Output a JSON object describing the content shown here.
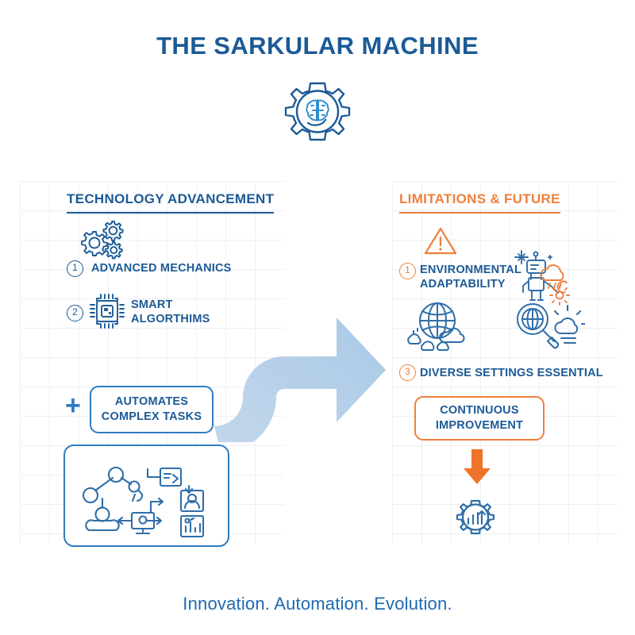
{
  "title": "THE SARKULAR MACHINE",
  "tagline": "Innovation. Automation. Evolution.",
  "colors": {
    "blue_dark": "#1c5a96",
    "blue_mid": "#2f7cc0",
    "blue_light": "#b3cde8",
    "orange": "#f07f3c",
    "grid": "#e9eef4",
    "background": "#ffffff"
  },
  "hero": {
    "icon": "gear-brain-icon"
  },
  "left_column": {
    "header": "TECHNOLOGY ADVANCEMENT",
    "header_icon": "gears-cluster-icon",
    "items": [
      {
        "number": "1",
        "label": "ADVANCED MECHANICS",
        "icon": null
      },
      {
        "number": "2",
        "label": "SMART\nALGORTHIMS",
        "icon": "cpu-chip-icon"
      }
    ],
    "plus": "+",
    "callout": "AUTOMATES\nCOMPLEX TASKS",
    "illustration_icon": "robot-arm-workflow-icon"
  },
  "right_column": {
    "header": "LIMITATIONS & FUTURE",
    "header_icon": "warning-triangle-icon",
    "items": [
      {
        "number": "1",
        "label": "ENVIRONMENTAL\nADAPTABILITY",
        "icon": "robot-weather-icon"
      },
      {
        "number": "3",
        "label": "DIVERSE SETTINGS ESSENTIAL",
        "icon": null
      }
    ],
    "mid_icons": [
      "globe-clouds-icon",
      "magnifier-globe-sun-icon"
    ],
    "callout": "CONTINUOUS\nIMPROVEMENT",
    "down_arrow_icon": "orange-down-arrow-icon",
    "result_icon": "gear-growth-chart-icon"
  },
  "connector": {
    "icon": "curved-transition-arrow-icon"
  }
}
